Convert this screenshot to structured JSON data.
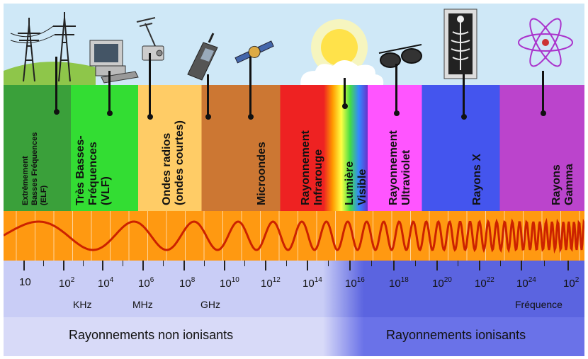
{
  "bands": [
    {
      "id": "elf",
      "label": "Extrêmement\nBasses Fréquences\n(ELF)",
      "color": "#3aa03a",
      "small": true
    },
    {
      "id": "vlf",
      "label": "Très Basses-\nFréquences\n(VLF)",
      "color": "#33dd33"
    },
    {
      "id": "radio",
      "label": "Ondes radios\n(ondes courtes)",
      "color": "#ffcc66"
    },
    {
      "id": "micro",
      "label": "Microondes",
      "color": "#cc7733"
    },
    {
      "id": "ir",
      "label": "Rayonnement\nInfrarouge",
      "color": "#ee2222"
    },
    {
      "id": "visible",
      "label": "Lumière\nVisible",
      "color": "#ffff55"
    },
    {
      "id": "uv",
      "label": "Rayonnement\nUltraviolet",
      "color": "#ff55ff"
    },
    {
      "id": "xray",
      "label": "Rayons X",
      "color": "#4455ee"
    },
    {
      "id": "gamma",
      "label": "Rayons\nGamma",
      "color": "#bb44cc"
    }
  ],
  "ticks": [
    {
      "base": "10",
      "exp": ""
    },
    {
      "base": "10",
      "exp": "2"
    },
    {
      "base": "10",
      "exp": "4"
    },
    {
      "base": "10",
      "exp": "6"
    },
    {
      "base": "10",
      "exp": "8"
    },
    {
      "base": "10",
      "exp": "10"
    },
    {
      "base": "10",
      "exp": "12"
    },
    {
      "base": "10",
      "exp": "14"
    },
    {
      "base": "10",
      "exp": "16"
    },
    {
      "base": "10",
      "exp": "18"
    },
    {
      "base": "10",
      "exp": "20"
    },
    {
      "base": "10",
      "exp": "22"
    },
    {
      "base": "10",
      "exp": "24"
    },
    {
      "base": "10",
      "exp": "2"
    }
  ],
  "units": {
    "khz": "KHz",
    "mhz": "MHz",
    "ghz": "GHz",
    "axis": "Fréquence"
  },
  "footer": {
    "left": "Rayonnements non ionisants",
    "right": "Rayonnements ionisants"
  },
  "colors": {
    "sky": "#cfe8f7",
    "grass": "#8ec64a",
    "wave": "#ff9911",
    "wave_line": "#cc2200",
    "scale_left": "#c9cdf6",
    "scale_right": "#5b64e0",
    "footer_left": "#d8daf8",
    "footer_right": "#6a72e8"
  },
  "icons": [
    "power-pylon-icon",
    "computer-icon",
    "radio-antenna-icon",
    "mobile-phone-icon",
    "satellite-icon",
    "sun-icon",
    "sunglasses-icon",
    "x-ray-icon",
    "atom-icon"
  ]
}
